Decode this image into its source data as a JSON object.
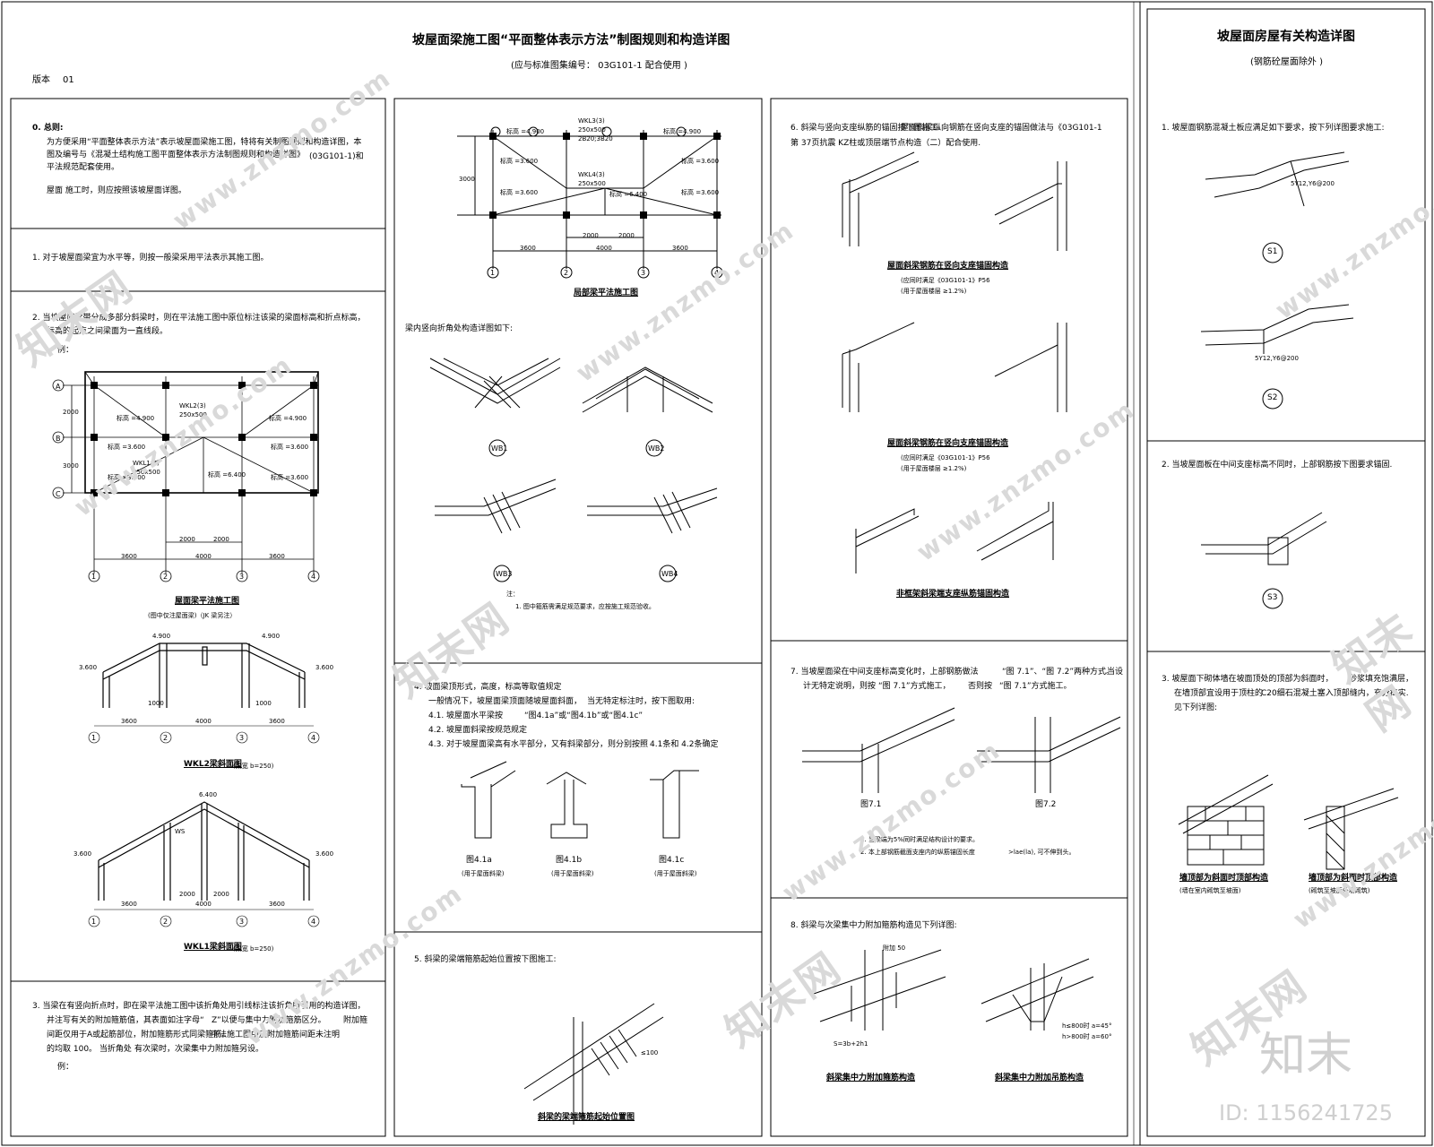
{
  "sheet_left": {
    "title": "坡屋面梁施工图“平面整体表示方法”制图规则和构造详图",
    "subtitle": "(应与标准图集编号： 03G101-1 配合使用 )",
    "version_label": "版本",
    "version_value": "01",
    "sec0_title": "0. 总则:",
    "sec0_l1": "为方便采用“平面整体表示方法”表示坡屋面梁施工图，特将有关制图规则和构造详图，本",
    "sec0_l2": "图及编号与《混凝土结构施工图平面整体表示方法制图规则和构造详图》",
    "sec0_ref": "(03G101-1)和",
    "sec0_l3": "平法规范配套使用。",
    "sec0_l4": "屋面 施工时，则应按照该坡屋面详图。",
    "sec1": "1. 对于坡屋面梁宜为水平等，则按一般梁采用平法表示其施工图。",
    "sec2_l1": "2. 当坡屋面梁带分成多部分斜梁时，则在平法施工图中原位标注该梁的梁面标高和折点标高，",
    "sec2_l2": "标高的起点之间梁面为一直线段。",
    "sec2_eg": "例：",
    "plan1_caption": "屋面梁平法施工图",
    "plan1_note": "(图中仅注屋面梁)（JK 梁另注）",
    "wkl2_caption": "WKL2梁斜面图",
    "wkl2_note": "(梁宽 b=250)",
    "wkl1_caption": "WKL1梁斜面图",
    "wkl1_note": "(梁宽 b=250)",
    "sec3_l1": "3. 当梁在有竖向折点时，即在梁平法施工图中该折角处用引线标注该折角所引用的构造详图，",
    "sec3_l2": "并注写有关的附加箍筋值，其表面如注字母“",
    "sec3_l2b": "Z”以便与集中力附加箍筋区分。",
    "sec3_l2c": "附加箍",
    "sec3_l3": "间距仅用于A或起筋部位，附加箍筋形式同梁箍筋。",
    "sec3_l3b": "平法施工图中应附加箍筋间距未注明",
    "sec3_l4": "的均取 100。 当折角处",
    "sec3_l4b": "有次梁时，次梁集中力附加箍另设。",
    "sec3_eg": "例："
  },
  "plan_labels": {
    "axes": [
      "1",
      "2",
      "3",
      "4"
    ],
    "spans": [
      "3600",
      "4000",
      "3600"
    ],
    "sub_spans": [
      "2000",
      "2000"
    ],
    "depths": [
      "2000",
      "3000"
    ],
    "rows": [
      "A",
      "B",
      "C"
    ],
    "el_4900": "标高 =4.900",
    "el_3600": "标高 =3.600",
    "el_6400": "标高 =6.400",
    "wkl2": "WKL2(3)",
    "wkl2_sec": "250x500",
    "wkl1": "WKL1(3)",
    "wkl1_sec": "250x500",
    "e_4900": "4.900",
    "e_3600": "3.600",
    "e_6400": "6.400",
    "dim_1000": "1000",
    "ws": "WS"
  },
  "col2": {
    "plan_caption": "局部梁平法施工图",
    "detail_intro": "梁内竖向折角处构造详图如下:",
    "wb_labels": [
      "WB1",
      "WB2",
      "WB3",
      "WB4"
    ],
    "wb_note": "注：",
    "wb_note1": "1. 图中箍筋需满足规范要求，应按施工规范验收。",
    "sec4_title": "4. 坡面梁顶形式，高度，标高等取值规定",
    "sec4_l1": "一般情况下，坡屋面梁顶面随坡屋面斜面，",
    "sec4_l1b": "当无特定标注时，按下图取用:",
    "sec4_1": "4.1. 坡屋面水平梁按",
    "sec4_1b": "“图4.1a”或“图4.1b”或“图4.1c”",
    "sec4_2": "4.2. 坡屋面斜梁按规范规定",
    "sec4_3": "4.3. 对于坡屋面梁高有水平部分，又有斜梁部分，则分别按照",
    "sec4_3b": "4.1条和 4.2条确定",
    "fig_a": "图4.1a",
    "fig_b": "图4.1b",
    "fig_c": "图4.1c",
    "fig_note": "(用于屋面斜梁)",
    "sec5_title": "5. 斜梁的梁端箍筋起始位置按下图施工:",
    "sec5_caption": "斜梁的梁端箍筋起始位置图",
    "sec5_dim": "≤100",
    "top_wkl3": "WKL3(3)",
    "top_wkl3_sec": "250x500",
    "top_reinf": "2B20;3B20",
    "top_wkl4": "WKL4(3)",
    "top_wkl4_sec": "250x500",
    "top_el_a": "标高 =4.900",
    "top_el_b": "标高 =3.600",
    "top_el_c": "标高 =6.400",
    "top_h": "3000",
    "top_spans": [
      "3600",
      "4000",
      "3600"
    ],
    "top_sub": [
      "2000",
      "2000"
    ]
  },
  "col3": {
    "sec6_l1": "6. 斜梁与竖向支座纵筋的锚固按下图施工.",
    "sec6_l1b": "屋面斜梁纵向钢筋在竖向支座的锚固做法与《",
    "sec6_ref": "03G101-1",
    "sec6_l2": "第 37页抗震 KZ柱或顶层端节点构造（二）配合使用.",
    "cap1": "屋面斜梁钢筋在竖向支座锚固构造",
    "cap1_note": "(应同时满足《03G101-1》P56",
    "cap1_note2": "(用于屋面楼层 ≥1.2%)",
    "cap2": "屋面斜梁钢筋在竖向支座锚固构造",
    "cap2_note": "(应同时满足《03G101-1》P56",
    "cap2_note2": "(用于屋面楼层 ≥1.2%)",
    "cap3": "非框架斜梁端支座纵筋锚固构造",
    "sec7_l1": "7. 当坡屋面梁在中间支座标高变化时，上部钢筋做法",
    "sec7_l1b": "“图 7.1”、“图 7.2”两种方式。",
    "sec7_l1c": "当设",
    "sec7_l2": "计无特定说明，则按",
    "sec7_l2b": "“图 7.1”方式施工，",
    "sec7_l2c": "否则按",
    "sec7_l2d": "“图 7.1”方式施工。",
    "fig71": "图7.1",
    "fig72": "图7.2",
    "sec7_n1": "1. 当梁端为5%同时满足结构设计的要求。",
    "sec7_n2": "2. 本上部钢筋截面支座内的纵筋锚固长度",
    "sec7_n2b": ">lae(la), 可不伸到头。",
    "sec8_title": "8. 斜梁与次梁集中力附加箍筋构造见下列详图:",
    "sec8_cap1": "斜梁集中力附加箍筋构造",
    "sec8_cap2": "斜梁集中力附加吊筋构造",
    "sec8_h1": "h≤800时 a=45°",
    "sec8_h2": "h>800时 a=60°",
    "sec8_s": "S=3b+2h1",
    "sec8_ls": "附加 50"
  },
  "col4": {
    "title": "坡屋面房屋有关构造详图",
    "subtitle": "(钢筋砼屋面除外 )",
    "sec1": "1. 坡屋面钢筋混凝土板应满足如下要求，按下列详图要求施工:",
    "s1": "S1",
    "s2": "S2",
    "s3": "S3",
    "s1_note": "5Y12,Y6@200",
    "s2_note": "5Y12,Y6@200",
    "sec2": "2. 当坡屋面板在中间支座标高不同时，上部钢筋按下图要求锚固.",
    "sec3_l1": "3. 坡屋面下砌体墙在坡面顶处的顶部为斜面时，",
    "sec3_l1b": "砂浆填充饱满层，",
    "sec3_l2": "在墙顶部宜设用于顶柱的",
    "sec3_l2b": "C20细石混凝土塞入顶部缝内，充分捣实.",
    "sec3_l3": "见下列详图:",
    "cap1": "墙顶部为斜面时顶部构造",
    "cap1_note": "(墙在室内砌筑至坡面)",
    "cap2": "墙顶部为斜面时顶部构造",
    "cap2_note": "(砌筑至坡面外墙砌筑)"
  },
  "watermark": {
    "site": "www.znzmo.com",
    "brand": "知末网",
    "logo": "知末",
    "id": "ID: 1156241725"
  }
}
